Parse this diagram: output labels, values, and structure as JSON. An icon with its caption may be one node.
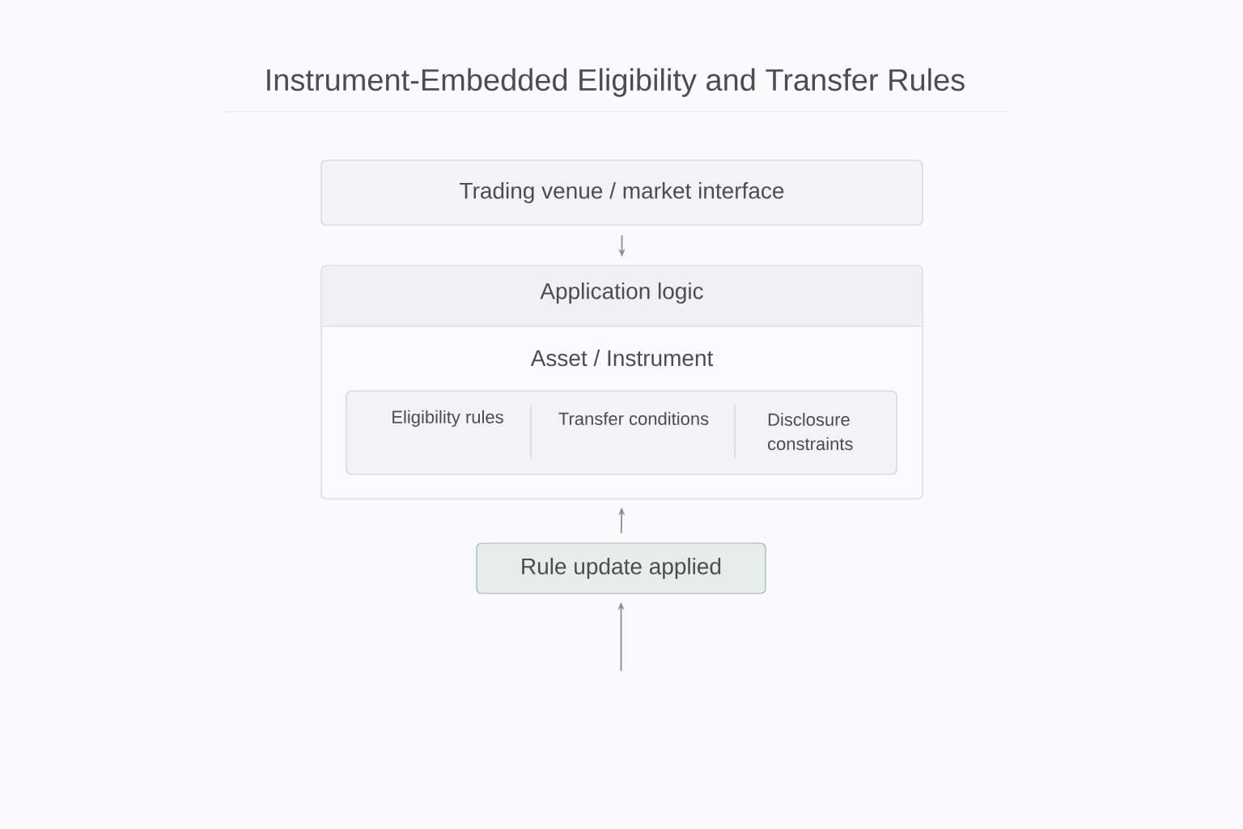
{
  "diagram": {
    "title": "Instrument-Embedded Eligibility and Transfer Rules",
    "nodes": [
      {
        "text": [
          "Trading venue / market interface"
        ]
      },
      {
        "text": [
          "Application logic",
          "Asset / Instrument"
        ]
      },
      {
        "text": [
          "Eligibility rules",
          "Transfer conditions",
          "Disclosure constraints"
        ],
        "in": 1
      },
      {
        "text": [
          "Rule update applied"
        ]
      }
    ],
    "edges": [
      {
        "from": 0,
        "to": 1,
        "arrow": "to"
      },
      {
        "from": 3,
        "to": 1,
        "arrow": "to"
      },
      {
        "from": null,
        "to": 3,
        "arrow": "to"
      }
    ]
  }
}
